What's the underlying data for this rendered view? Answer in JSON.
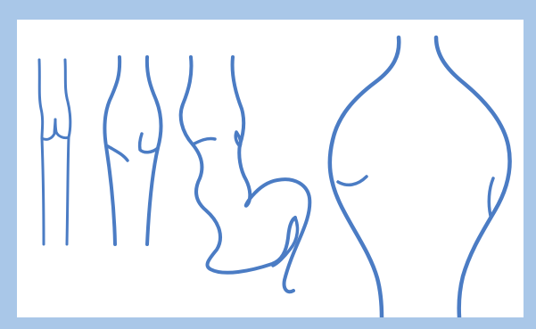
{
  "colors": {
    "frame": "#a9c7e8",
    "paper": "#ffffff",
    "vessel": "#4b7cc4"
  },
  "figure": {
    "panels": [
      {
        "name": "stage-normal-vein"
      },
      {
        "name": "stage-mild-dilation"
      },
      {
        "name": "stage-tortuous-vein"
      },
      {
        "name": "stage-severe-dilation"
      }
    ]
  }
}
